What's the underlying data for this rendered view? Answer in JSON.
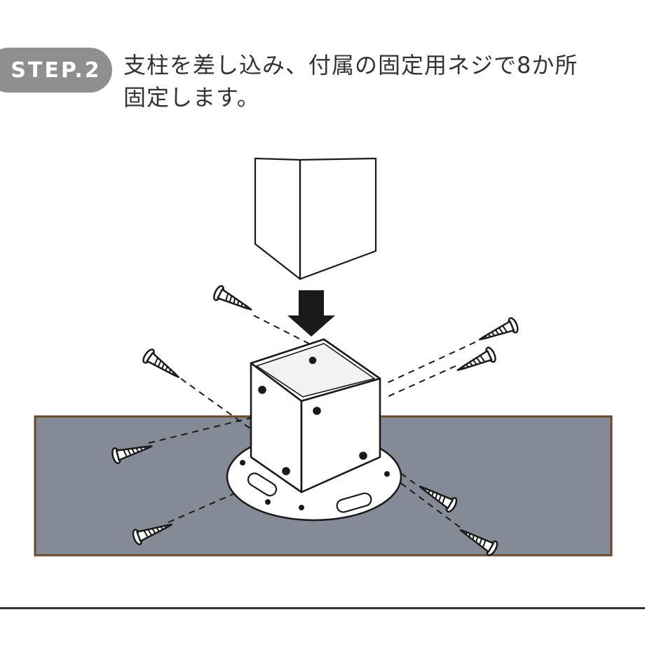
{
  "step": {
    "label": "STEP.2"
  },
  "instruction": {
    "line1": "支柱を差し込み、付属の固定用ネジで8か所",
    "line2": "固定します。"
  },
  "colors": {
    "badge": "#8f8f8f",
    "ground": "#858a97",
    "ground_border": "#6b4a2b",
    "ink": "#1a1a1a",
    "text": "#333333",
    "rule": "#333333"
  },
  "illustration": {
    "post": "wood-post",
    "bracket": "post-base-bracket",
    "arrow": "insert-direction-arrow",
    "screw_count": 8,
    "surface": "ground-slab"
  }
}
